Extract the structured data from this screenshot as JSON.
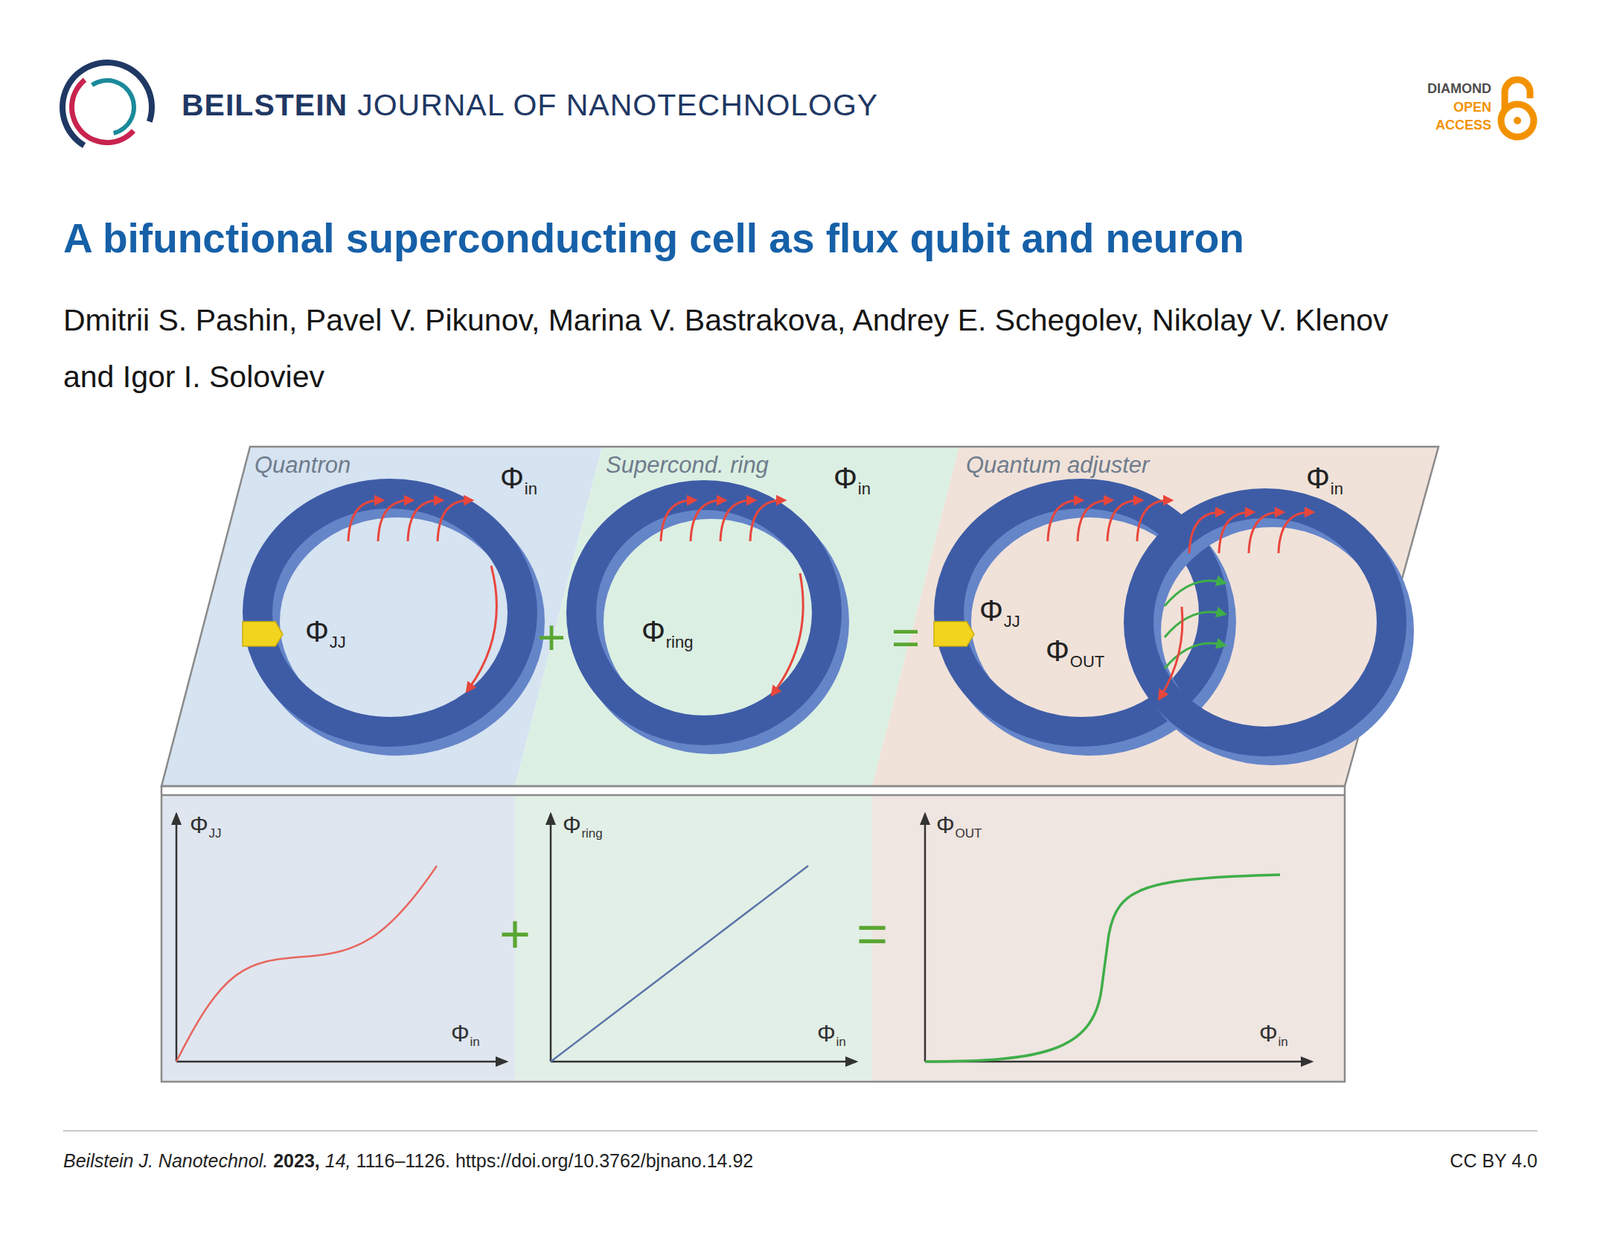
{
  "diagram": {
    "title": "A bifunctional superconducting cell as flux qubit and neuron",
    "nodes": [
      {
        "text": [
          "Quantron",
          "Φin",
          "ΦJJ"
        ]
      },
      {
        "text": [
          "Supercond. ring",
          "Φin",
          "Φring"
        ]
      },
      {
        "text": [
          "Quantum adjuster",
          "Φin",
          "ΦJJ",
          "ΦOUT"
        ]
      },
      {
        "text": [
          "ΦJJ",
          "Φin"
        ]
      },
      {
        "text": [
          "Φring",
          "Φin"
        ]
      },
      {
        "text": [
          "ΦOUT",
          "Φin"
        ]
      }
    ],
    "labels": [
      "BEILSTEIN",
      "JOURNAL OF NANOTECHNOLOGY",
      "DIAMOND",
      "OPEN",
      "ACCESS",
      "Dmitrii S. Pashin, Pavel V. Pikunov, Marina V. Bastrakova, Andrey E. Schegolev, Nikolay V. Klenov and Igor I. Soloviev",
      "+",
      "=",
      "+",
      "=",
      "Beilstein J. Nanotechnol.",
      "2023,",
      "14,",
      "1116–1126. https://doi.org/10.3762/bjnano.14.92",
      "CC BY 4.0"
    ]
  }
}
